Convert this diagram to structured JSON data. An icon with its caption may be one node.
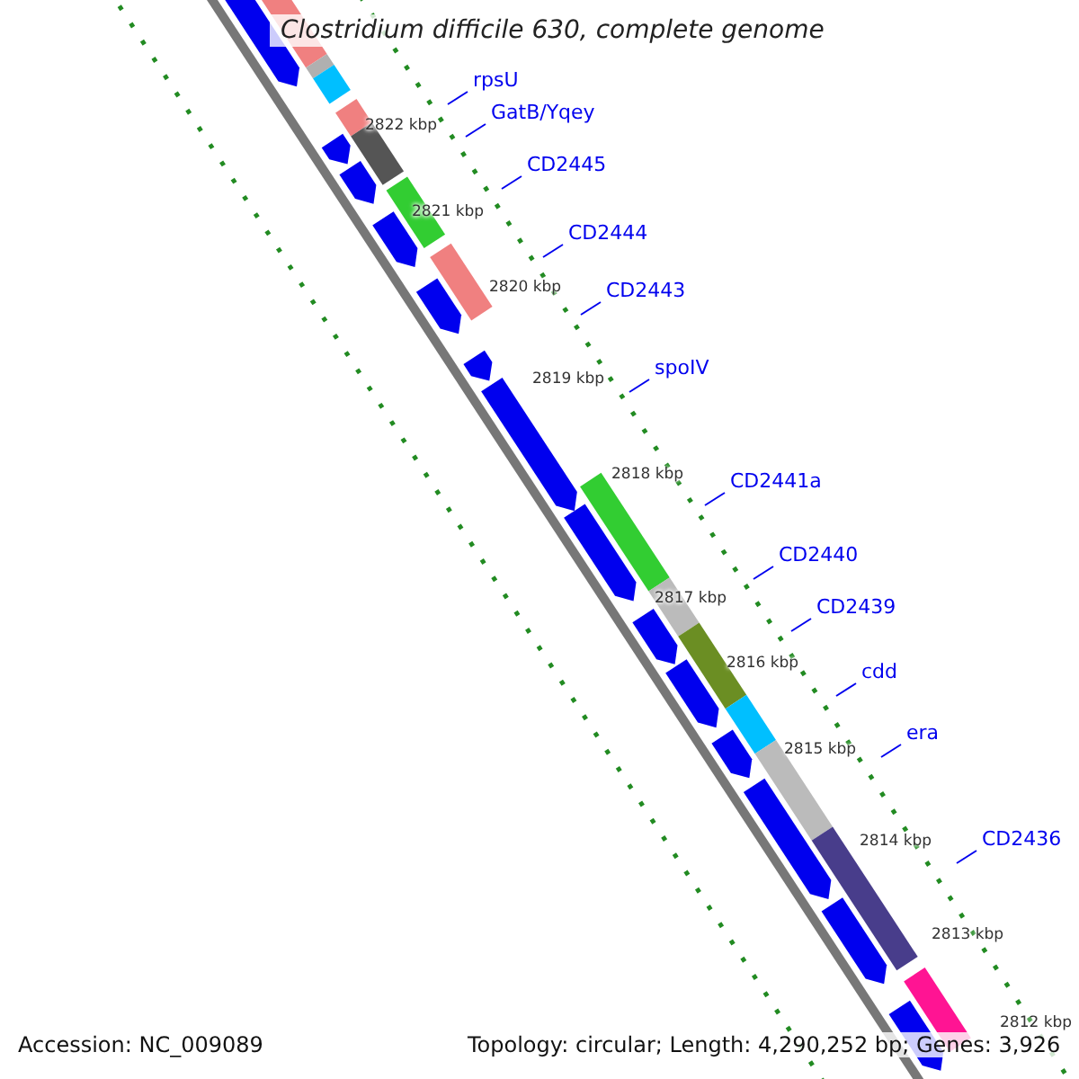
{
  "diagram": {
    "title": "Clostridium difficile 630, complete genome",
    "nodes": [
      {
        "text": [
          "rpsU"
        ]
      },
      {
        "text": [
          "GatB/Yqey"
        ]
      },
      {
        "text": [
          "CD2445"
        ]
      },
      {
        "text": [
          "CD2444"
        ]
      },
      {
        "text": [
          "CD2443"
        ]
      },
      {
        "text": [
          "spoIV"
        ]
      },
      {
        "text": [
          "CD2441a"
        ]
      },
      {
        "text": [
          "CD2440"
        ]
      },
      {
        "text": [
          "CD2439"
        ]
      },
      {
        "text": [
          "cdd"
        ]
      },
      {
        "text": [
          "era"
        ]
      },
      {
        "text": [
          "CD2436"
        ]
      }
    ],
    "edges": [
      {
        "from": 0,
        "to": null,
        "arrow": "none"
      },
      {
        "from": 1,
        "to": null,
        "arrow": "none"
      },
      {
        "from": 2,
        "to": null,
        "arrow": "none"
      },
      {
        "from": 3,
        "to": null,
        "arrow": "none"
      },
      {
        "from": 4,
        "to": null,
        "arrow": "none"
      },
      {
        "from": 5,
        "to": null,
        "arrow": "none"
      },
      {
        "from": 6,
        "to": null,
        "arrow": "none"
      },
      {
        "from": 7,
        "to": null,
        "arrow": "none"
      },
      {
        "from": 8,
        "to": null,
        "arrow": "none"
      },
      {
        "from": 9,
        "to": null,
        "arrow": "none"
      },
      {
        "from": 10,
        "to": null,
        "arrow": "none"
      },
      {
        "from": 11,
        "to": null,
        "arrow": "none"
      }
    ],
    "labels": [
      "2822 kbp",
      "2821 kbp",
      "2820 kbp",
      "2819 kbp",
      "2818 kbp",
      "2817 kbp",
      "2816 kbp",
      "2815 kbp",
      "2814 kbp",
      "2813 kbp",
      "2812 kbp",
      "Accession: NC_009089",
      "Topology: circular; Length: 4,290,252 bp; Genes: 3,926"
    ]
  }
}
